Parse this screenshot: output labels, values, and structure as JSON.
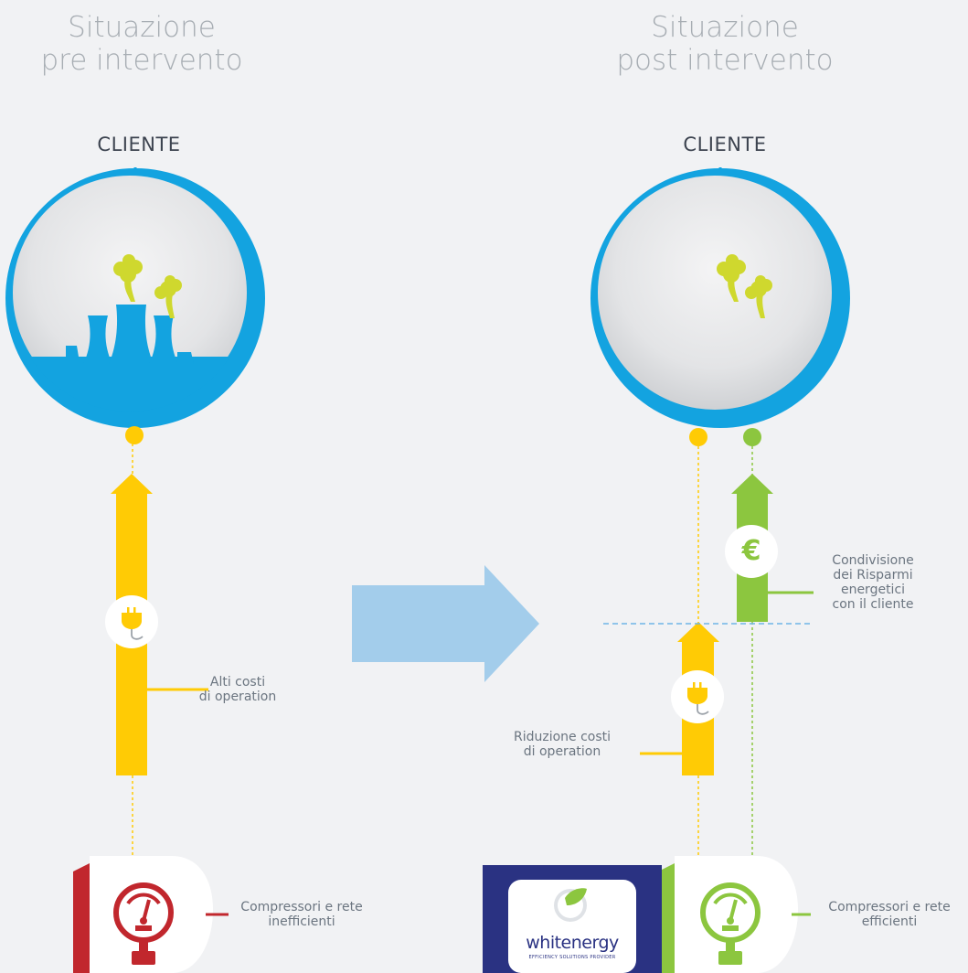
{
  "pre": {
    "heading_line1": "Situazione",
    "heading_line2": "pre intervento",
    "client_label": "CLIENTE",
    "cost_note_line1": "Alti costi",
    "cost_note_line2": "di operation",
    "compressor_note_line1": "Compressori e rete",
    "compressor_note_line2": "inefficienti"
  },
  "post": {
    "heading_line1": "Situazione",
    "heading_line2": "post intervento",
    "client_label": "CLIENTE",
    "savings_note_line1": "Condivisione",
    "savings_note_line2": "dei Risparmi",
    "savings_note_line3": "energetici",
    "savings_note_line4": "con il cliente",
    "reduction_note_line1": "Riduzione costi",
    "reduction_note_line2": "di operation",
    "compressor_note_line1": "Compressori e rete",
    "compressor_note_line2": "efficienti"
  },
  "logo": {
    "name": "whitenergy",
    "tagline": "EFFICIENCY SOLUTIONS PROVIDER"
  },
  "currency_symbol": "€",
  "colors": {
    "blue": "#13a3e0",
    "yellow": "#ffcb05",
    "green": "#8cc63f",
    "red": "#c1272d",
    "navy": "#2a3282",
    "light_blue_arrow": "#a3cdeb"
  }
}
